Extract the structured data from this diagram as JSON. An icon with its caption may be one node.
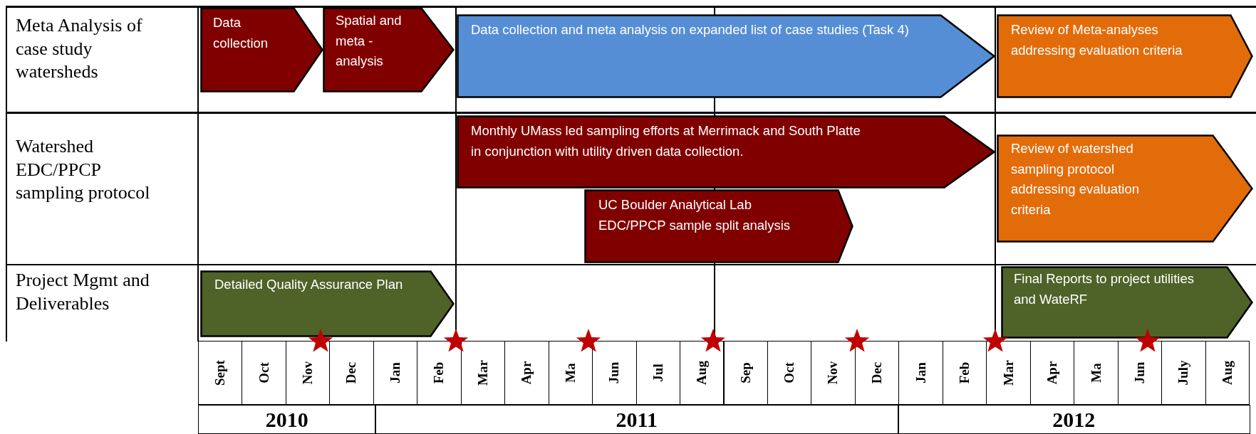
{
  "diagram": {
    "nodes": [
      {
        "text": [
          "Data collection"
        ]
      },
      {
        "text": [
          "Spatial and meta - analysis"
        ]
      },
      {
        "text": [
          "Data collection and meta analysis on expanded list of case studies (Task 4)"
        ]
      },
      {
        "text": [
          "Review of Meta-analyses addressing evaluation criteria"
        ]
      },
      {
        "text": [
          "Monthly UMass led sampling efforts at Merrimack and South Platte in conjunction with utility driven data collection."
        ]
      },
      {
        "text": [
          "UC Boulder Analytical Lab EDC/PPCP sample split analysis"
        ]
      },
      {
        "text": [
          "Review of watershed sampling protocol addressing evaluation criteria"
        ]
      },
      {
        "text": [
          "Detailed Quality Assurance Plan"
        ]
      },
      {
        "text": [
          "Final Reports to project utilities and WateRF"
        ]
      }
    ],
    "labels": [
      "Meta Analysis of case study watersheds",
      "Watershed EDC/PPCP sampling protocol",
      "Project Mgmt and Deliverables",
      "Sept",
      "Oct",
      "Nov",
      "Dec",
      "Jan",
      "Feb",
      "Mar",
      "Apr",
      "Ma",
      "Jun",
      "Jul",
      "Aug",
      "Sep",
      "Oct",
      "Nov",
      "Dec",
      "Jan",
      "Feb",
      "Mar",
      "Apr",
      "Ma",
      "Jun",
      "July",
      "Aug",
      "2010",
      "2011",
      "2012"
    ]
  }
}
